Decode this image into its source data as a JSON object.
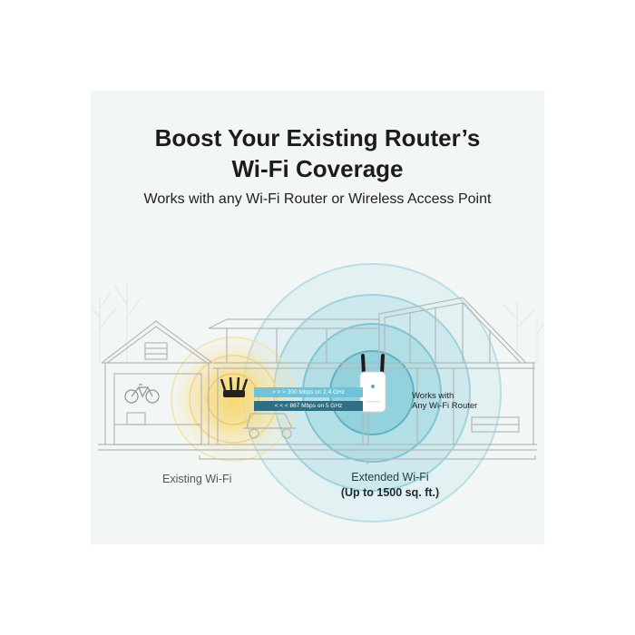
{
  "headline": {
    "line1": "Boost Your Existing Router’s",
    "line2": "Wi-Fi Coverage"
  },
  "subtitle": "Works with any Wi-Fi Router or Wireless Access Point",
  "speeds": {
    "band_24": "300 Mbps on 2.4 GHz",
    "band_5": "867 Mbps on 5 GHz"
  },
  "arrows": {
    "right": "> > >",
    "left": "< < <"
  },
  "extender_note": {
    "line1": "Works with",
    "line2": "Any Wi-Fi Router"
  },
  "labels": {
    "existing": "Existing Wi-Fi",
    "extended": "Extended Wi-Fi",
    "extended_sub": "(Up to 1500 sq. ft.)"
  },
  "colors": {
    "background": "#f2f6f5",
    "existing_glow": "#f6d372",
    "extended_glow": "#8fd3df",
    "text_dark": "#1c1c1c",
    "band_24_bar": "#6fc2d8",
    "band_5_bar": "#2f6f86"
  },
  "icons": [
    "bicycle-icon",
    "car-icon",
    "router-icon",
    "extender-icon",
    "wifi-wave-icon"
  ]
}
